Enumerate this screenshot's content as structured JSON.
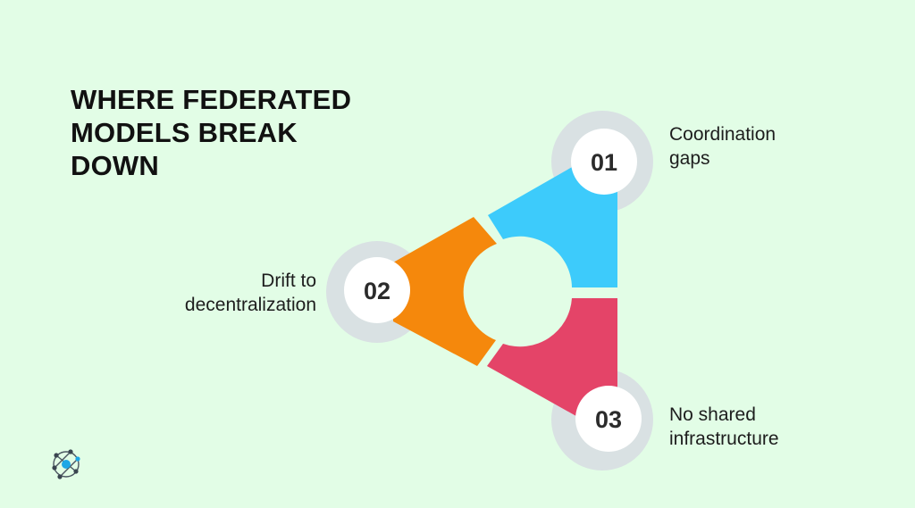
{
  "title": {
    "line1": "WHERE FEDERATED",
    "line2": "MODELS BREAK",
    "line3": "DOWN"
  },
  "steps": [
    {
      "number": "01",
      "line1": "Coordination",
      "line2": "gaps",
      "color": "#3dcbfb"
    },
    {
      "number": "02",
      "line1": "Drift to",
      "line2": "decentralization",
      "color": "#f5880c"
    },
    {
      "number": "03",
      "line1": "No shared",
      "line2": "infrastructure",
      "color": "#e44468"
    }
  ],
  "colors": {
    "background": "#e2fde6",
    "ring": "#d9e1e3",
    "badge": "#ffffff"
  },
  "icons": {
    "brand": "network-globe-icon"
  }
}
